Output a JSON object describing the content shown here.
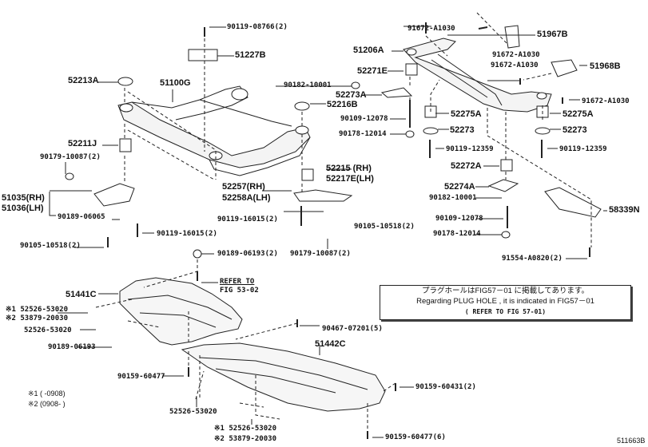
{
  "diagram_id": "511663B",
  "labels": {
    "l01": "90119-08766(2)",
    "l02": "51227B",
    "l03": "52213A",
    "l04": "51100G",
    "l05": "90182-10001",
    "l06": "52216B",
    "l07": "52211J",
    "l08": "90179-10087(2)",
    "l09": "51035(RH)",
    "l10": "51036(LH)",
    "l11": "90189-06065",
    "l12": "52257(RH)",
    "l13": "52258A(LH)",
    "l14": "52215  (RH)",
    "l15": "52217E(LH)",
    "l16": "90119-16015(2)",
    "l17": "90119-16015(2)",
    "l18": "90105-10518(2)",
    "l19": "90105-10518(2)",
    "l20": "90189-06193(2)",
    "l21": "90179-10087(2)",
    "l22": "REFER TO",
    "l23": "FIG 53-02",
    "l24": "51441C",
    "l25": "※1 52526-53020",
    "l26": "※2 53879-20030",
    "l27": "52526-53020",
    "l28": "90467-07201(5)",
    "l29": "51442C",
    "l30": "90189-06193",
    "l31": "90159-60477",
    "l32": "※1 (    -0908)",
    "l33": "※2 (0908-    )",
    "l34": "52526-53020",
    "l35": "※1 52526-53020",
    "l36": "※2 53879-20030",
    "l37": "90159-60431(2)",
    "l38": "90159-60477(6)",
    "r01": "91672-A1030",
    "r02": "51967B",
    "r03": "51206A",
    "r04": "91672-A1030",
    "r05": "91672-A1030",
    "r06": "51968B",
    "r07": "52271E",
    "r08": "52273A",
    "r09": "91672-A1030",
    "r10": "90109-12078",
    "r11": "52275A",
    "r12": "52275A",
    "r13": "90178-12014",
    "r14": "52273",
    "r15": "52273",
    "r16": "90119-12359",
    "r17": "90119-12359",
    "r18": "52272A",
    "r19": "52274A",
    "r20": "90182-10001",
    "r21": "90109-12078",
    "r22": "58339N",
    "r23": "90178-12014",
    "r24": "91554-A0820(2)"
  },
  "note": {
    "line1": "プラグホールはFIG57－01 に掲載してあります。",
    "line2": "Regarding  PLUG  HOLE  , it  is  indicated  in  FIG57－01",
    "line3": "( REFER TO FIG 57-01)"
  }
}
